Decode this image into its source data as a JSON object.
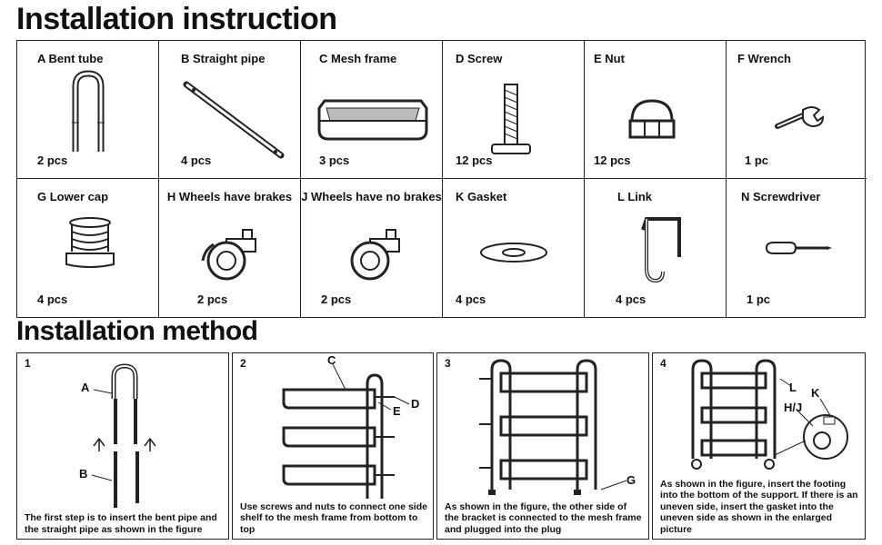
{
  "titles": {
    "instruction": "Installation instruction",
    "method": "Installation method"
  },
  "parts": [
    {
      "name": "A Bent tube",
      "qty": "2 pcs",
      "icon": "bent-tube-icon"
    },
    {
      "name": "B Straight pipe",
      "qty": "4 pcs",
      "icon": "straight-pipe-icon"
    },
    {
      "name": "C Mesh frame",
      "qty": "3 pcs",
      "icon": "mesh-frame-icon"
    },
    {
      "name": "D Screw",
      "qty": "12 pcs",
      "icon": "screw-icon"
    },
    {
      "name": "E Nut",
      "qty": "12 pcs",
      "icon": "nut-icon"
    },
    {
      "name": "F Wrench",
      "qty": "1 pc",
      "icon": "wrench-icon"
    },
    {
      "name": "G Lower cap",
      "qty": "4 pcs",
      "icon": "lower-cap-icon"
    },
    {
      "name": "H Wheels have brakes",
      "qty": "2 pcs",
      "icon": "brake-wheel-icon"
    },
    {
      "name": "J Wheels have no brakes",
      "qty": "2 pcs",
      "icon": "wheel-icon"
    },
    {
      "name": "K Gasket",
      "qty": "4 pcs",
      "icon": "gasket-icon"
    },
    {
      "name": "L Link",
      "qty": "4 pcs",
      "icon": "link-hook-icon"
    },
    {
      "name": "N Screwdriver",
      "qty": "1 pc",
      "icon": "screwdriver-icon"
    }
  ],
  "steps": [
    {
      "num": "1",
      "caption": "The first step is to insert the bent pipe and the straight pipe as shown in the figure",
      "labels": [
        "A",
        "B"
      ]
    },
    {
      "num": "2",
      "caption": "Use screws and nuts to connect one side shelf to the mesh frame from bottom to top",
      "labels": [
        "C",
        "D",
        "E"
      ]
    },
    {
      "num": "3",
      "caption": "As shown in the figure, the other side of the bracket is connected to the mesh frame and plugged into the plug",
      "labels": [
        "G"
      ]
    },
    {
      "num": "4",
      "caption": "As shown in the figure, insert the footing into the bottom of the support. If there is an uneven side, insert the gasket into the uneven side as shown in the enlarged picture",
      "labels": [
        "L",
        "K",
        "H/J"
      ]
    }
  ]
}
